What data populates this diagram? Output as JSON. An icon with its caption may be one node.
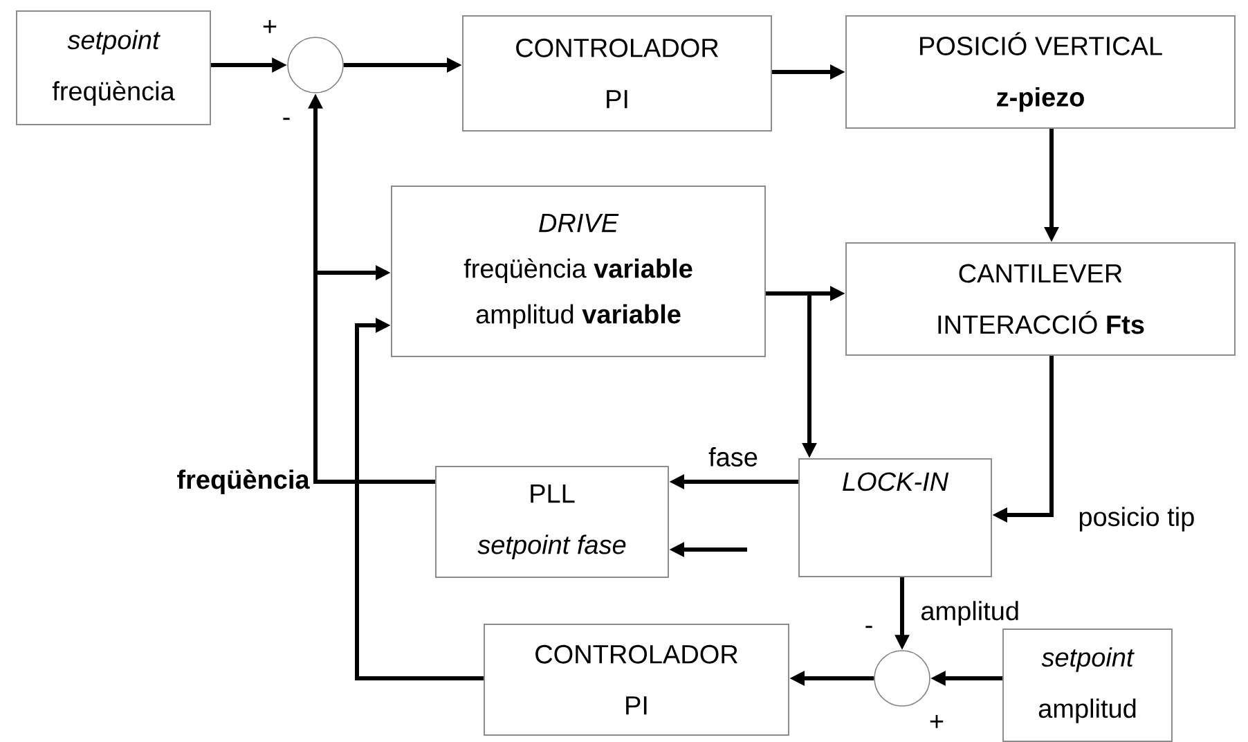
{
  "diagram": {
    "nodes": [
      {
        "text": [
          "setpoint",
          "freqüència"
        ]
      },
      {
        "text": [],
        "shape": "circle"
      },
      {
        "text": [
          "CONTROLADOR",
          "PI"
        ]
      },
      {
        "text": [
          "POSICIÓ VERTICAL",
          "z-piezo"
        ]
      },
      {
        "text": [
          "DRIVE",
          "freqüència **variable**",
          "amplitud **variable**"
        ]
      },
      {
        "text": [
          "CANTILEVER",
          "INTERACCIÓ **Fts**"
        ]
      },
      {
        "text": [
          "PLL",
          "setpoint fase"
        ]
      },
      {
        "text": [
          "LOCK-IN"
        ]
      },
      {
        "text": [],
        "shape": "circle"
      },
      {
        "text": [
          "CONTROLADOR",
          "PI"
        ]
      },
      {
        "text": [
          "setpoint",
          "amplitud"
        ]
      }
    ],
    "edges": [
      {
        "from": 0,
        "to": 1,
        "arrow": "to"
      },
      {
        "from": 1,
        "to": 2,
        "arrow": "to"
      },
      {
        "from": 2,
        "to": 3,
        "arrow": "to"
      },
      {
        "from": 3,
        "to": 5,
        "arrow": "to"
      },
      {
        "from": 4,
        "to": 5,
        "arrow": "to"
      },
      {
        "from": 4,
        "to": 7,
        "arrow": "to"
      },
      {
        "from": 5,
        "to": 7,
        "arrow": "to",
        "label": "posicio tip"
      },
      {
        "from": 7,
        "to": 6,
        "arrow": "to",
        "label": "fase"
      },
      {
        "from": null,
        "to": 6,
        "arrow": "to"
      },
      {
        "from": 6,
        "to": 1,
        "arrow": "to",
        "label": "freqüència"
      },
      {
        "from": 6,
        "to": 4,
        "arrow": "to"
      },
      {
        "from": 7,
        "to": 8,
        "arrow": "to",
        "label": "amplitud"
      },
      {
        "from": 10,
        "to": 8,
        "arrow": "to"
      },
      {
        "from": 8,
        "to": 9,
        "arrow": "to"
      },
      {
        "from": 9,
        "to": 4,
        "arrow": "to"
      }
    ],
    "labels": [
      "+",
      "-",
      "-",
      "+"
    ]
  }
}
